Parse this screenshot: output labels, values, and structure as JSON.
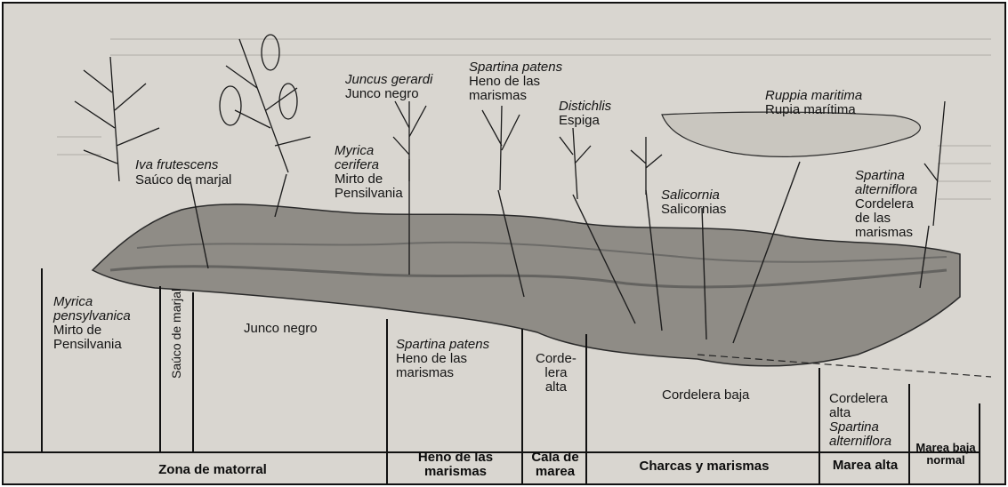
{
  "plants": {
    "iva": {
      "latin": "Iva frutescens",
      "common": "Saúco de marjal"
    },
    "myrica_cerifera": {
      "latin1": "Myrica",
      "latin2": "cerifera",
      "common1": "Mirto de",
      "common2": "Pensilvania"
    },
    "juncus": {
      "latin": "Juncus gerardi",
      "common": "Junco negro"
    },
    "spartina_patens": {
      "latin": "Spartina patens",
      "common1": "Heno de las",
      "common2": "marismas"
    },
    "distichlis": {
      "latin": "Distichlis",
      "common": "Espiga"
    },
    "salicornia": {
      "latin": "Salicornia",
      "common": "Salicornias"
    },
    "ruppia": {
      "latin": "Ruppia maritima",
      "common": "Rupia marítima"
    },
    "spartina_alt": {
      "latin1": "Spartina",
      "latin2": "alterniflora",
      "common1": "Cordelera",
      "common2": "de las",
      "common3": "marismas"
    }
  },
  "lower_labels": {
    "myrica_pens": {
      "latin1": "Myrica",
      "latin2": "pensylvanica",
      "common1": "Mirto de",
      "common2": "Pensilvania"
    },
    "sauco": "Saúco de marjal",
    "junco": "Junco negro",
    "spartina_patens": {
      "latin": "Spartina patens",
      "common1": "Heno de las",
      "common2": "marismas"
    },
    "cordelera_alta": {
      "l1": "Corde-",
      "l2": "lera",
      "l3": "alta"
    },
    "cordelera_baja": "Cordelera baja",
    "marea_alta_sp": {
      "l1": "Cordelera",
      "l2": "alta",
      "latin1": "Spartina",
      "latin2": "alterniflora"
    }
  },
  "zones": {
    "matorral": "Zona de matorral",
    "heno1": "Heno de las",
    "heno2": "marismas",
    "cala1": "Cala de",
    "cala2": "marea",
    "charcas": "Charcas y marismas",
    "marea_alta": "Marea alta",
    "marea_baja1": "Marea baja",
    "marea_baja2": "normal"
  }
}
